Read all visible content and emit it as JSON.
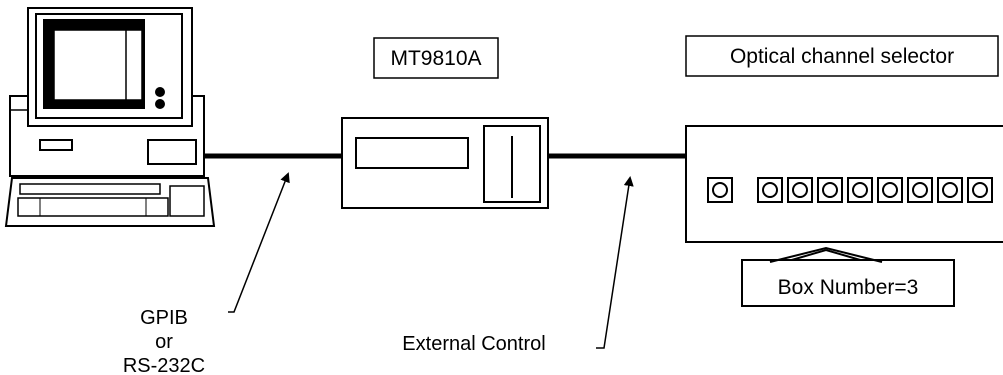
{
  "labels": {
    "instrument": "MT9810A",
    "selector": "Optical channel selector",
    "box_number": "Box Number=3",
    "gpib_1": "GPIB",
    "gpib_2": "or",
    "gpib_3": "RS-232C",
    "external_control": "External Control"
  },
  "colors": {
    "ink": "#000000",
    "paper": "#ffffff"
  }
}
